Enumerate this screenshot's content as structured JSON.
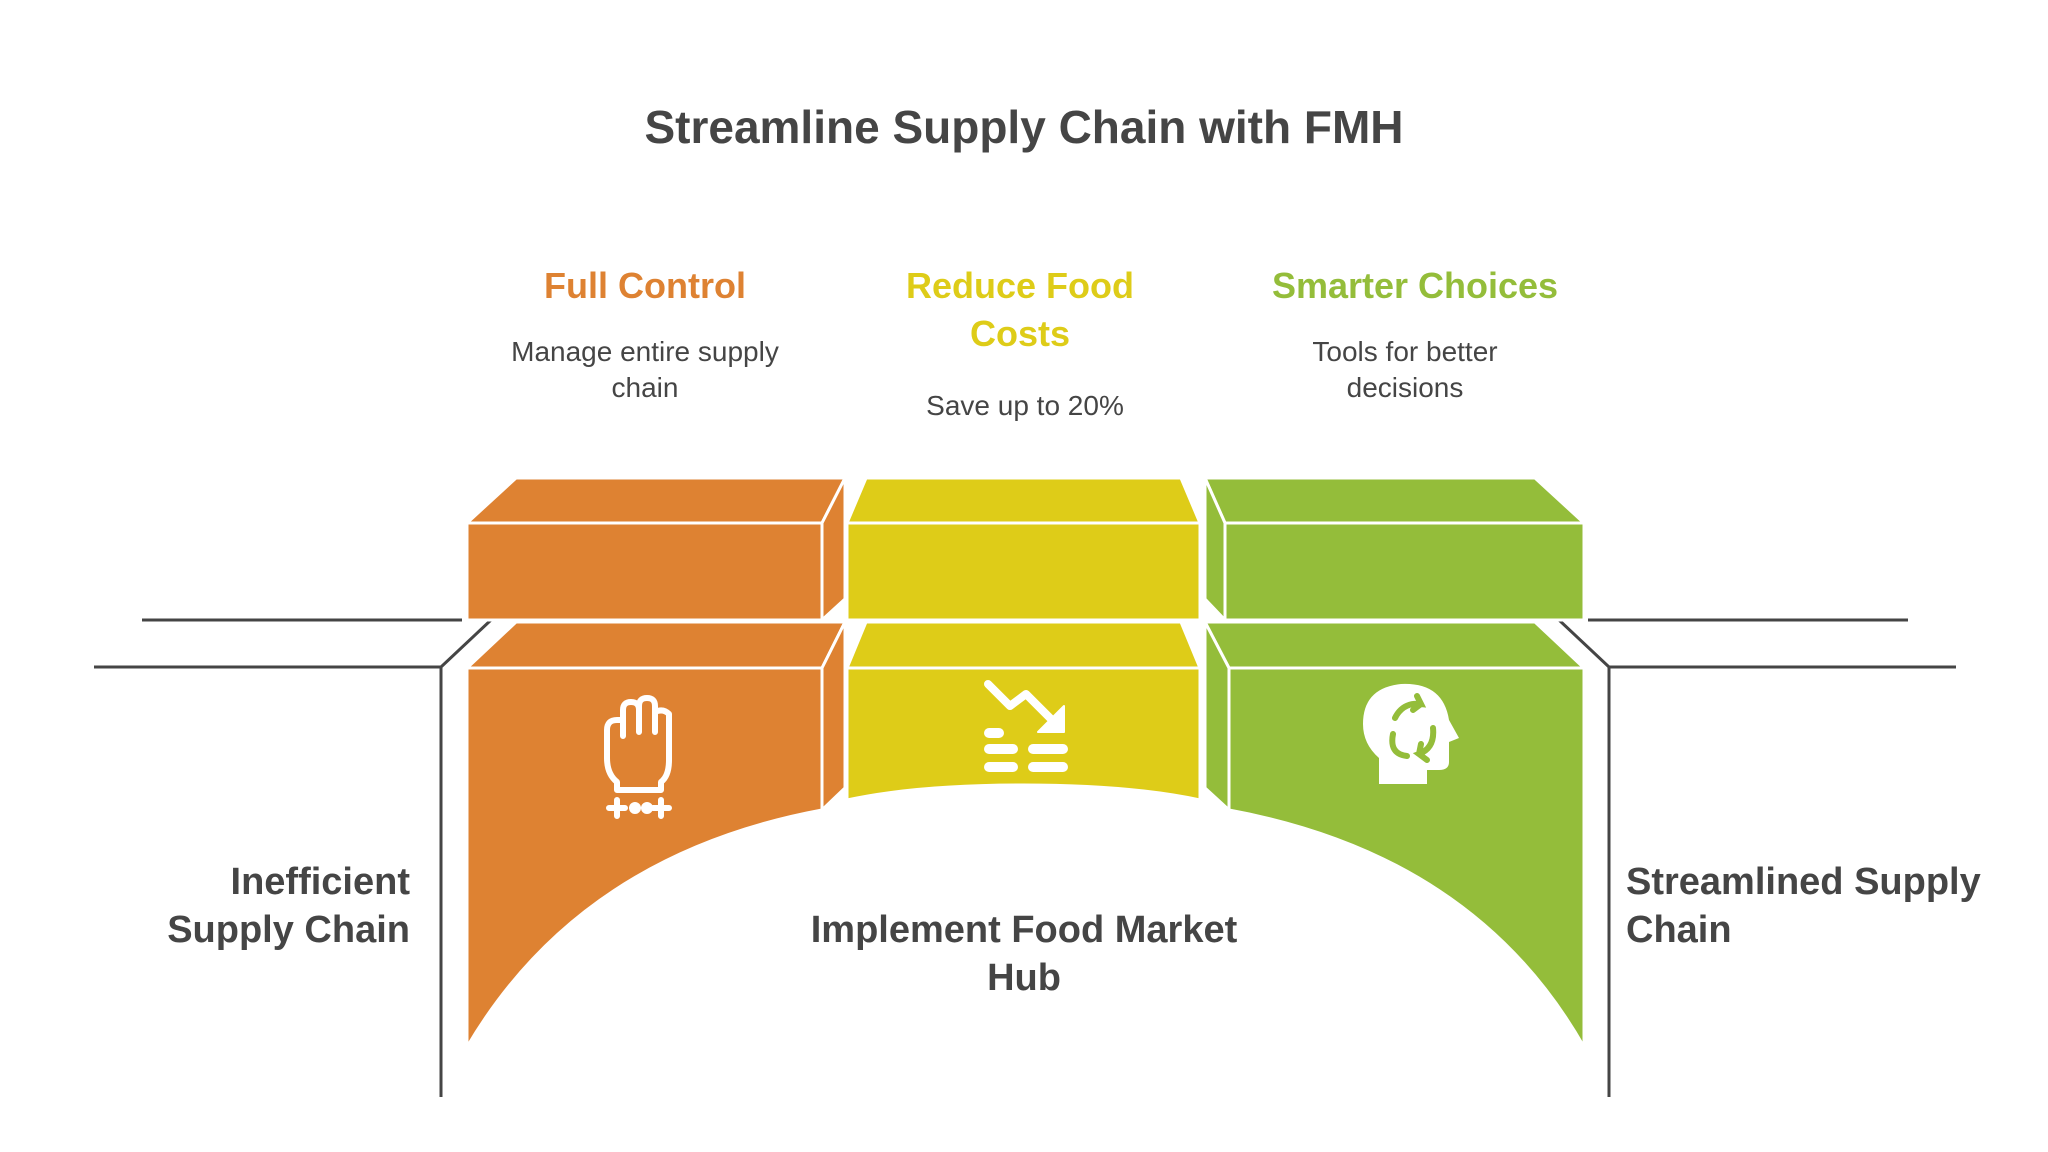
{
  "title": "Streamline Supply Chain with FMH",
  "pillars": [
    {
      "heading": "Full Control",
      "description": "Manage entire supply chain",
      "icon": "raised-fist-icon",
      "color": "#DE8232"
    },
    {
      "heading": "Reduce Food Costs",
      "description": "Save up to 20%",
      "icon": "cost-down-trend-icon",
      "color": "#DECC18"
    },
    {
      "heading": "Smarter Choices",
      "description": "Tools for better decisions",
      "icon": "head-refresh-icon",
      "color": "#94BD3A"
    }
  ],
  "left_label": "Inefficient Supply Chain",
  "right_label": "Streamlined Supply Chain",
  "center_label": "Implement Food Market Hub",
  "colors": {
    "text": "#454545",
    "line": "#454545",
    "orange": "#DE8232",
    "yellow": "#DECC18",
    "green": "#94BD3A"
  }
}
